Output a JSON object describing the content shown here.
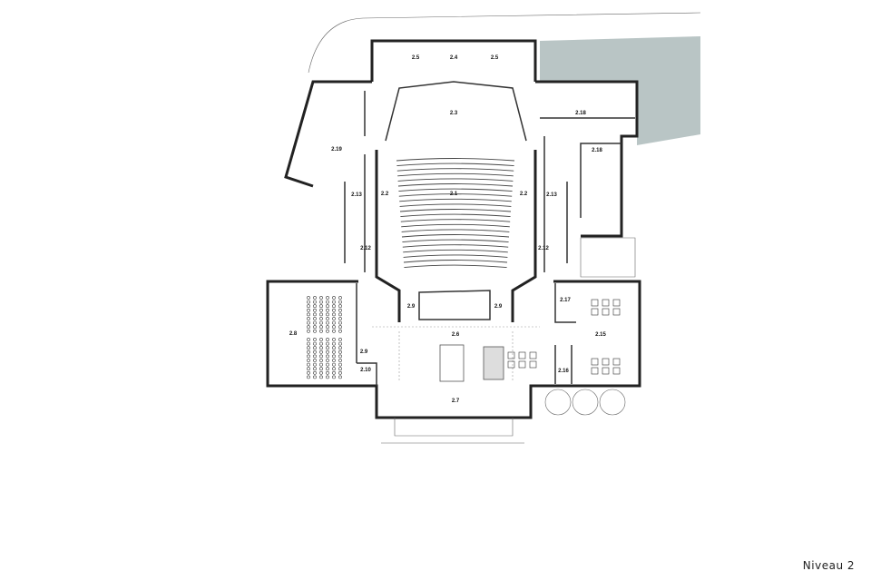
{
  "title": "Niveau 2",
  "colors": {
    "wall": "#222222",
    "terrain": "#b9c5c5",
    "background": "#ffffff"
  },
  "rooms": [
    {
      "id": "2.1",
      "label": "2.1"
    },
    {
      "id": "2.2a",
      "label": "2.2"
    },
    {
      "id": "2.2b",
      "label": "2.2"
    },
    {
      "id": "2.3",
      "label": "2.3"
    },
    {
      "id": "2.4",
      "label": "2.4"
    },
    {
      "id": "2.5a",
      "label": "2.5"
    },
    {
      "id": "2.5b",
      "label": "2.5"
    },
    {
      "id": "2.6",
      "label": "2.6"
    },
    {
      "id": "2.7",
      "label": "2.7"
    },
    {
      "id": "2.8",
      "label": "2.8"
    },
    {
      "id": "2.9a",
      "label": "2.9"
    },
    {
      "id": "2.9b",
      "label": "2.9"
    },
    {
      "id": "2.9c",
      "label": "2.9"
    },
    {
      "id": "2.10",
      "label": "2.10"
    },
    {
      "id": "2.12a",
      "label": "2.12"
    },
    {
      "id": "2.12b",
      "label": "2.12"
    },
    {
      "id": "2.13a",
      "label": "2.13"
    },
    {
      "id": "2.13b",
      "label": "2.13"
    },
    {
      "id": "2.15",
      "label": "2.15"
    },
    {
      "id": "2.16",
      "label": "2.16"
    },
    {
      "id": "2.17",
      "label": "2.17"
    },
    {
      "id": "2.18a",
      "label": "2.18"
    },
    {
      "id": "2.18b",
      "label": "2.18"
    },
    {
      "id": "2.19",
      "label": "2.19"
    }
  ]
}
